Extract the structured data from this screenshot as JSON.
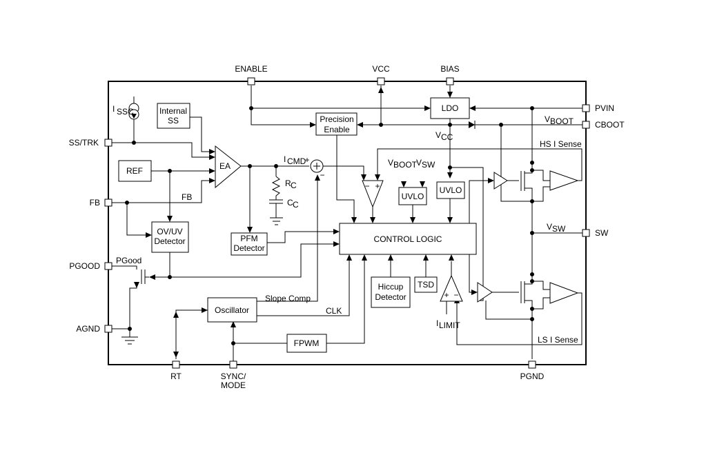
{
  "pins": {
    "enable": "ENABLE",
    "vcc": "VCC",
    "bias": "BIAS",
    "pvin": "PVIN",
    "cboot": "CBOOT",
    "sw": "SW",
    "pgnd": "PGND",
    "ss_trk": "SS/TRK",
    "fb": "FB",
    "pgood": "PGOOD",
    "agnd": "AGND",
    "rt": "RT",
    "sync_mode_1": "SYNC/",
    "sync_mode_2": "MODE"
  },
  "blocks": {
    "internal_ss_1": "Internal",
    "internal_ss_2": "SS",
    "ref": "REF",
    "ea": "EA",
    "ovuv_1": "OV/UV",
    "ovuv_2": "Detector",
    "pfm_1": "PFM",
    "pfm_2": "Detector",
    "precision_1": "Precision",
    "precision_2": "Enable",
    "ldo": "LDO",
    "uvlo_a": "UVLO",
    "uvlo_b": "UVLO",
    "control_logic": "CONTROL LOGIC",
    "hiccup_1": "Hiccup",
    "hiccup_2": "Detector",
    "tsd": "TSD",
    "oscillator": "Oscillator",
    "fpwm": "FPWM"
  },
  "labels": {
    "issc_main": "I",
    "issc_sub": "SSC",
    "icmd_main": "I",
    "icmd_sub": "CMD",
    "rc_main": "R",
    "rc_sub": "C",
    "cc_main": "C",
    "cc_sub": "C",
    "fb_inner": "FB",
    "pgood_inner": "PGood",
    "vboot_top_main": "V",
    "vboot_top_sub": "BOOT",
    "vcc_main": "V",
    "vcc_sub": "CC",
    "hs_sense": "HS I Sense",
    "ls_sense": "LS I Sense",
    "vboot_uvlo_main": "V",
    "vboot_uvlo_sub": "BOOT",
    "vsw_uvlo_main": "V",
    "vsw_uvlo_sub": "SW",
    "vsw_out_main": "V",
    "vsw_out_sub": "SW",
    "ilimit_main": "I",
    "ilimit_sub": "LIMIT",
    "slope_comp": "Slope Comp",
    "clk": "CLK",
    "plus": "+",
    "minus": "−"
  }
}
